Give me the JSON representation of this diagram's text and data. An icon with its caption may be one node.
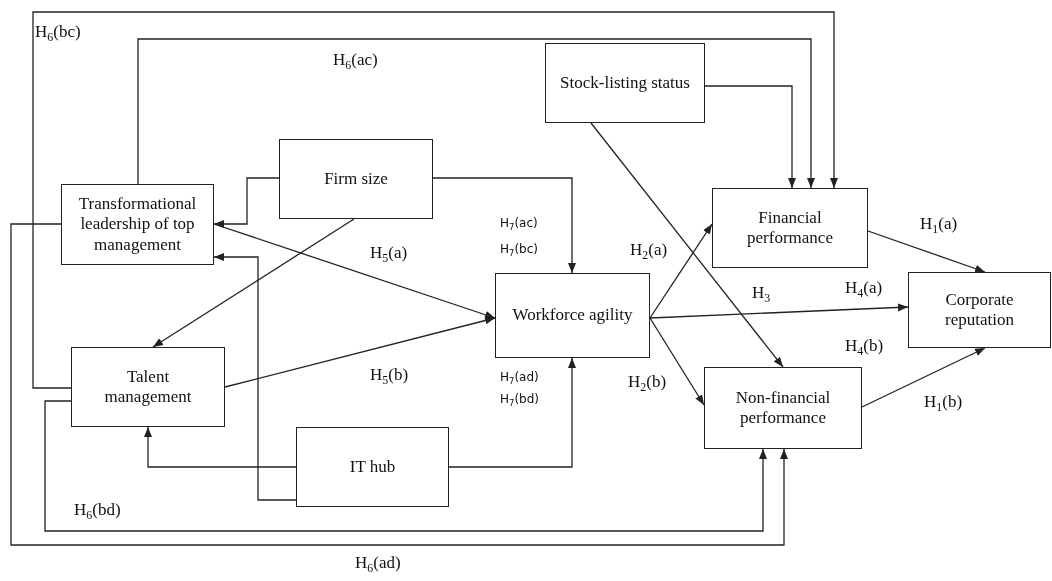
{
  "diagram": {
    "nodes": [
      {
        "text": [
          "Transformational leadership of top management"
        ]
      },
      {
        "text": [
          "Firm size"
        ]
      },
      {
        "text": [
          "Stock-listing status"
        ]
      },
      {
        "text": [
          "Financial performance"
        ]
      },
      {
        "text": [
          "Talent management"
        ]
      },
      {
        "text": [
          "Workforce agility"
        ]
      },
      {
        "text": [
          "Corporate reputation"
        ]
      },
      {
        "text": [
          "Non-financial performance"
        ]
      },
      {
        "text": [
          "IT hub"
        ]
      }
    ],
    "edges": [
      {
        "from": 1,
        "to": 0,
        "arrow": "to"
      },
      {
        "from": 1,
        "to": 4,
        "arrow": "to"
      },
      {
        "from": 1,
        "to": 5,
        "arrow": "to"
      },
      {
        "from": 0,
        "to": 5,
        "arrow": "to"
      },
      {
        "from": 4,
        "to": 5,
        "arrow": "to"
      },
      {
        "from": 8,
        "to": 0,
        "arrow": "to"
      },
      {
        "from": 8,
        "to": 4,
        "arrow": "to"
      },
      {
        "from": 8,
        "to": 5,
        "arrow": "to"
      },
      {
        "from": 5,
        "to": 3,
        "arrow": "to"
      },
      {
        "from": 5,
        "to": 7,
        "arrow": "to"
      },
      {
        "from": 5,
        "to": 6,
        "arrow": "to"
      },
      {
        "from": 2,
        "to": 3,
        "arrow": "to"
      },
      {
        "from": 2,
        "to": 7,
        "arrow": "to"
      },
      {
        "from": 3,
        "to": 6,
        "arrow": "to"
      },
      {
        "from": 7,
        "to": 6,
        "arrow": "to"
      },
      {
        "from": 0,
        "to": 3,
        "arrow": "to"
      },
      {
        "from": 4,
        "to": 3,
        "arrow": "to"
      },
      {
        "from": 0,
        "to": 7,
        "arrow": "to"
      },
      {
        "from": 4,
        "to": 7,
        "arrow": "to"
      }
    ],
    "labels": [
      "H$_{6}$(bc)",
      "H$_{6}$(ac)",
      "H$_{1}$(a)",
      "H$_{7}$(ac)",
      "H$_{5}$(a)",
      "H$_{2}$(a)",
      "H$_{7}$(bc)",
      "H$_{4}$(a)",
      "H$_{3}$",
      "H$_{4}$(b)",
      "H$_{5}$(b)",
      "H$_{7}$(ad)",
      "H$_{2}$(b)",
      "H$_{7}$(bd)",
      "H$_{1}$(b)",
      "H$_{6}$(bd)",
      "H$_{6}$(ad)"
    ]
  }
}
